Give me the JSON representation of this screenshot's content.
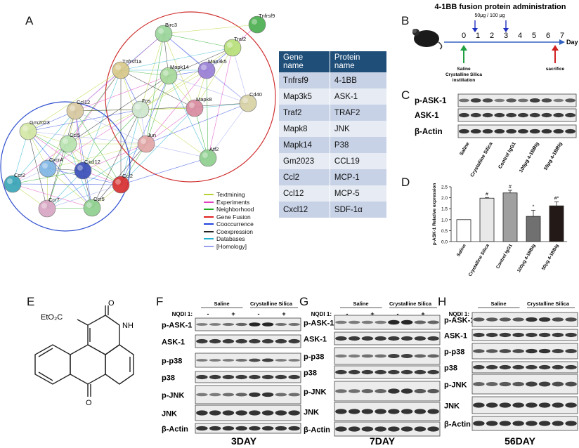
{
  "panels": {
    "A": "A",
    "B": "B",
    "C": "C",
    "D": "D",
    "E": "E",
    "F": "F",
    "G": "G",
    "H": "H"
  },
  "network": {
    "nodes": [
      {
        "id": "Tnfrsf9",
        "label": "Tnfrsf9",
        "color": "#4caf50"
      },
      {
        "id": "Birc3",
        "label": "Birc3",
        "color": "#9bd59b"
      },
      {
        "id": "Traf2",
        "label": "Traf2",
        "color": "#b8e07a"
      },
      {
        "id": "Tnfrsf1a",
        "label": "Tnfrsf1a",
        "color": "#d8c98a"
      },
      {
        "id": "Mapk14",
        "label": "Mapk14",
        "color": "#a7d99a"
      },
      {
        "id": "Map3k5",
        "label": "Map3k5",
        "color": "#9a7fd6"
      },
      {
        "id": "Cd40",
        "label": "Cd40",
        "color": "#d9d2a6"
      },
      {
        "id": "Mapk8",
        "label": "Mapk8",
        "color": "#d98aa0"
      },
      {
        "id": "Fos",
        "label": "Fos",
        "color": "#cfe7cf"
      },
      {
        "id": "Ccl12",
        "label": "Ccl12",
        "color": "#d9c9a0"
      },
      {
        "id": "Gm2023",
        "label": "Gm2023",
        "color": "#d4e8a5"
      },
      {
        "id": "Jun",
        "label": "Jun",
        "color": "#e2a6a6"
      },
      {
        "id": "Atf2",
        "label": "Atf2",
        "color": "#8fd08f"
      },
      {
        "id": "Cxcl5",
        "label": "Ccl5",
        "color": "#b8e3b0"
      },
      {
        "id": "Cxcr4",
        "label": "Cxcr4",
        "color": "#7fb6e6"
      },
      {
        "id": "Cxcl12",
        "label": "Cxcl12",
        "color": "#3b4fb8"
      },
      {
        "id": "Ccl2",
        "label": "Ccl2",
        "color": "#d93030"
      },
      {
        "id": "Ccr2",
        "label": "Ccr2",
        "color": "#3aa5b8"
      },
      {
        "id": "Ccr7",
        "label": "Ccr7",
        "color": "#d9a6c4"
      },
      {
        "id": "Ccr5",
        "label": "Ccr5",
        "color": "#8fd08f"
      }
    ],
    "legend": [
      {
        "label": "Textmining",
        "color": "#b5d334"
      },
      {
        "label": "Experiments",
        "color": "#e040c0"
      },
      {
        "label": "Neighborhood",
        "color": "#22aa22"
      },
      {
        "label": "Gene Fusion",
        "color": "#e02020"
      },
      {
        "label": "Cooccurrence",
        "color": "#2040e0"
      },
      {
        "label": "Coexpression",
        "color": "#222222"
      },
      {
        "label": "Databases",
        "color": "#20b0d0"
      },
      {
        "label": "[Homology]",
        "color": "#9aa0f0"
      }
    ]
  },
  "gene_table": {
    "headers": [
      "Gene name",
      "Protein name"
    ],
    "rows": [
      [
        "Tnfrsf9",
        "4-1BB"
      ],
      [
        "Map3k5",
        "ASK-1"
      ],
      [
        "Traf2",
        "TRAF2"
      ],
      [
        "Mapk8",
        "JNK"
      ],
      [
        "Mapk14",
        "P38"
      ],
      [
        "Gm2023",
        "CCL19"
      ],
      [
        "Ccl2",
        "MCP-1"
      ],
      [
        "Ccl12",
        "MCP-5"
      ],
      [
        "Cxcl12",
        "SDF-1α"
      ]
    ]
  },
  "timeline": {
    "title": "4-1BB fusion protein administration",
    "dose": "50μg / 100 μg",
    "days": [
      "0",
      "1",
      "2",
      "3",
      "4",
      "5",
      "6",
      "7"
    ],
    "axis_label": "Day",
    "left_note": [
      "Saline",
      "Crystalline Silica",
      "instillation"
    ],
    "right_note": "sacrifice"
  },
  "blot_c": {
    "rows": [
      "p-ASK-1",
      "ASK-1",
      "β-Actin"
    ],
    "lanes": [
      "Saline",
      "Crystalline Silica",
      "Control IgG1",
      "100μg 4-1BBIg",
      "50μg 4-1BBIg"
    ]
  },
  "chart_data": {
    "type": "bar",
    "categories": [
      "Saline",
      "Crystalline Silica",
      "Control IgG1",
      "100μg 4-1BBIg",
      "50μg 4-1BBIg"
    ],
    "values": [
      1.0,
      1.98,
      2.22,
      1.15,
      1.63
    ],
    "errors": [
      0,
      0.03,
      0.12,
      0.28,
      0.18
    ],
    "annotations": [
      "",
      "#",
      "#",
      "*",
      "#*"
    ],
    "colors": [
      "#ffffff",
      "#e8e8e8",
      "#a0a0a0",
      "#707070",
      "#231a17"
    ],
    "ylabel": "p-ASK-1 Relative expression",
    "ylim": [
      0,
      2.5
    ],
    "yticks": [
      "0.0",
      "0.5",
      "1.0",
      "1.5",
      "2.0",
      "2.5"
    ]
  },
  "blots_fgh": [
    {
      "groups": [
        "Saline",
        "Crystalline Silica"
      ],
      "treatment": "NQDI 1:",
      "signs": [
        "-",
        "+",
        "-",
        "+"
      ],
      "rows": [
        "p-ASK-1",
        "ASK-1",
        "p-p38",
        "p38",
        "p-JNK",
        "JNK",
        "β-Actin"
      ],
      "day": "3DAY"
    },
    {
      "groups": [
        "Saline",
        "Crystalline Silica"
      ],
      "treatment": "NQDI 1:",
      "signs": [
        "-",
        "+",
        "-",
        "+"
      ],
      "rows": [
        "p-ASK-1",
        "ASK-1",
        "p-p38",
        "p38",
        "p-JNK",
        "JNK",
        "β-Actin"
      ],
      "day": "7DAY"
    },
    {
      "groups": [
        "Saline",
        "Crystalline Silica"
      ],
      "treatment": "NQDI 1:",
      "signs": [
        "-",
        "+",
        "-",
        "+"
      ],
      "rows": [
        "p-ASK-1",
        "ASK-1",
        "p-p38",
        "p38",
        "p-JNK",
        "JNK",
        "β-Actin"
      ],
      "day": "56DAY"
    }
  ],
  "structure": {
    "substituent": "EtO₂C",
    "atoms": [
      "O",
      "NH",
      "O"
    ]
  }
}
